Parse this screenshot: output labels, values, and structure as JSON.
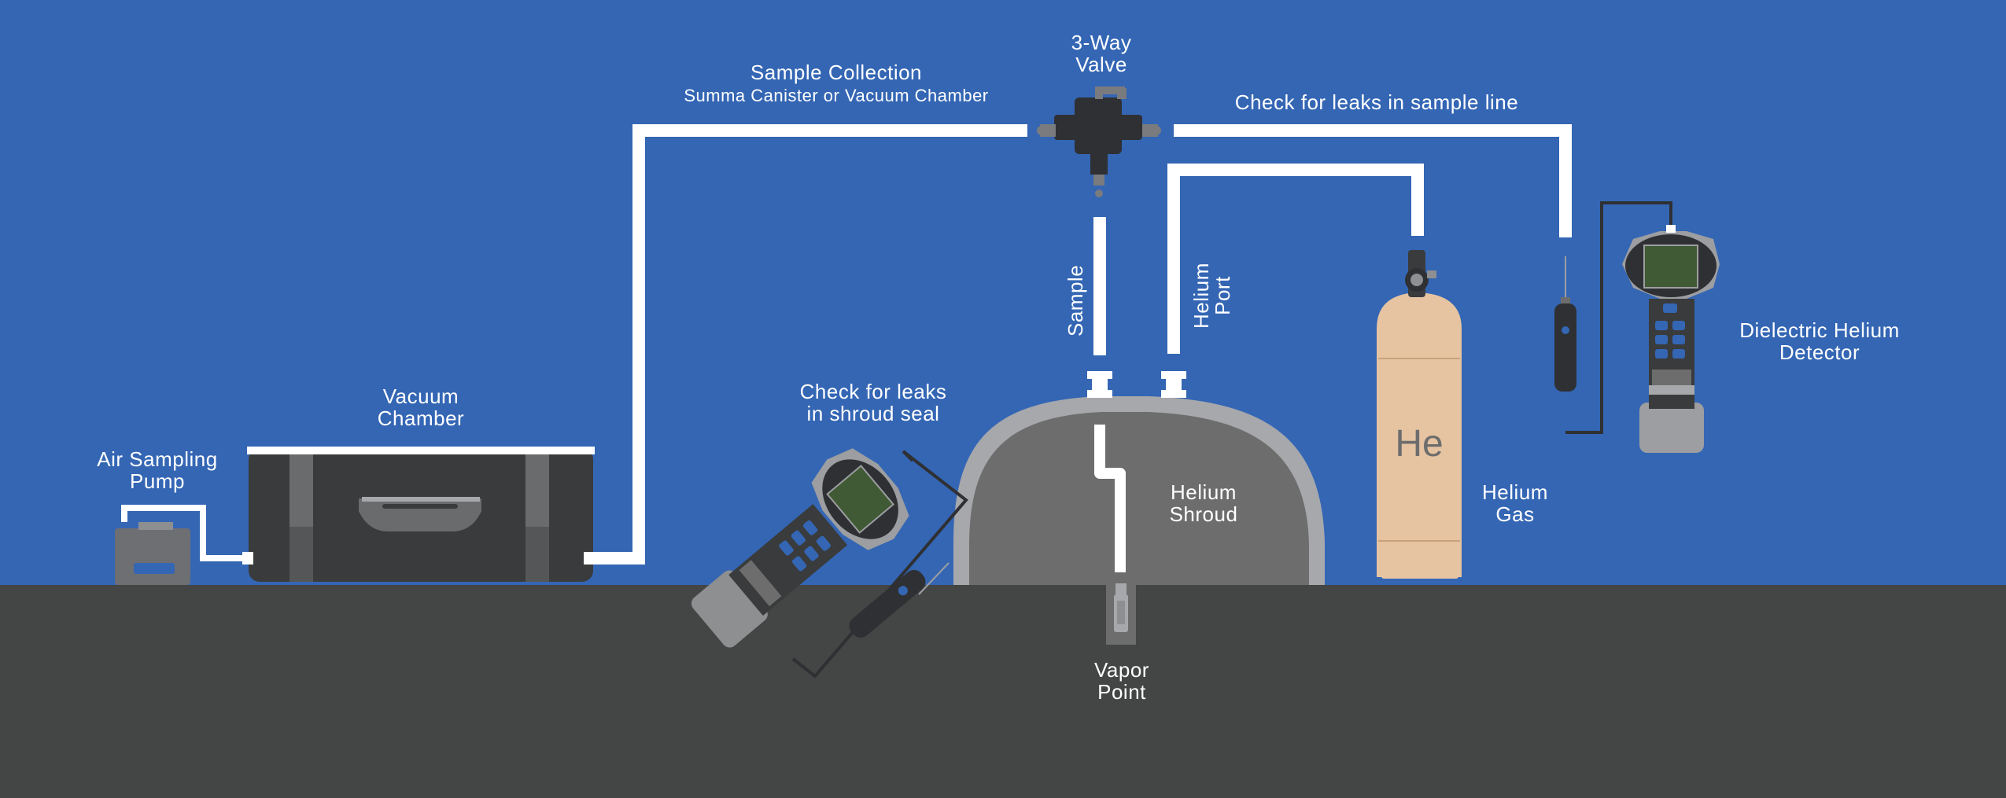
{
  "colors": {
    "background": "#3466b4",
    "ground": "#444545",
    "pipe": "#ffffff",
    "device_dark": "#3a3b3c",
    "device_grey": "#8e8f91",
    "tank": "#e6c4a2",
    "shroud": "#6d6d6d",
    "shroud_rim": "#a7a8ab",
    "screen": "#3f5a34"
  },
  "labels": {
    "sample_collection": "Sample Collection",
    "sample_collection_sub": "Summa Canister or Vacuum Chamber",
    "three_way_valve_line1": "3-Way",
    "three_way_valve_line2": "Valve",
    "check_leaks_line": "Check for leaks in sample line",
    "vacuum_chamber_line1": "Vacuum",
    "vacuum_chamber_line2": "Chamber",
    "air_pump_line1": "Air Sampling",
    "air_pump_line2": "Pump",
    "check_shroud_line1": "Check for leaks",
    "check_shroud_line2": "in shroud seal",
    "sample_pipe": "Sample",
    "helium_port_line1": "Helium",
    "helium_port_line2": "Port",
    "helium_shroud_line1": "Helium",
    "helium_shroud_line2": "Shroud",
    "vapor_point_line1": "Vapor",
    "vapor_point_line2": "Point",
    "tank_symbol": "He",
    "helium_gas_line1": "Helium",
    "helium_gas_line2": "Gas",
    "detector_line1": "Dielectric Helium",
    "detector_line2": "Detector"
  },
  "icons": [
    "air-pump-icon",
    "vacuum-chamber-icon",
    "three-way-valve-icon",
    "helium-tank-icon",
    "helium-detector-icon",
    "detector-probe-icon",
    "vapor-point-icon",
    "helium-shroud-icon"
  ]
}
